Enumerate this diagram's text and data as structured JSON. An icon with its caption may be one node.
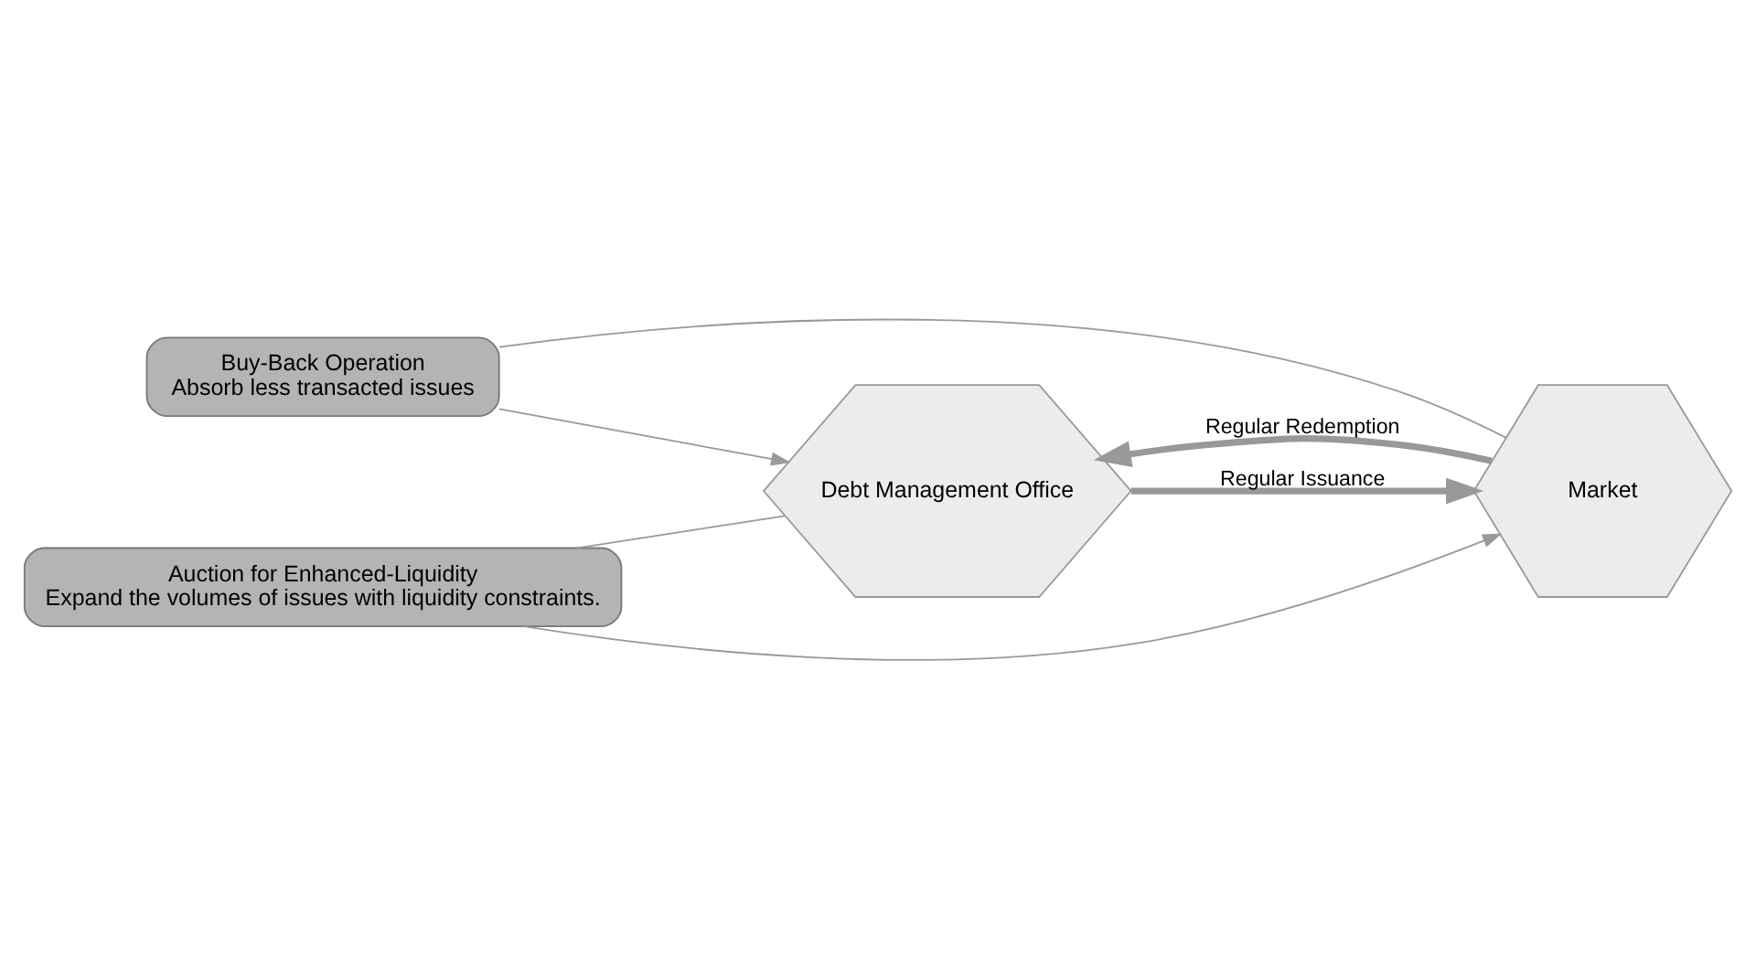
{
  "diagram": {
    "nodes": [
      {
        "text": [
          "Buy-Back Operation",
          "Absorb less transacted issues"
        ]
      },
      {
        "text": [
          "Debt Management Office"
        ]
      },
      {
        "text": [
          "Market"
        ]
      },
      {
        "text": [
          "Auction for Enhanced-Liquidity",
          "Expand the volumes of issues with liquidity constraints."
        ]
      }
    ],
    "edges": [
      {
        "from": 2,
        "to": 0,
        "arrow": "none"
      },
      {
        "from": 0,
        "to": 1,
        "arrow": "to"
      },
      {
        "from": 2,
        "to": 1,
        "arrow": "to",
        "label": "Regular Redemption",
        "style": "thick"
      },
      {
        "from": 1,
        "to": 2,
        "arrow": "to",
        "label": "Regular Issuance",
        "style": "thick"
      },
      {
        "from": 1,
        "to": 3,
        "arrow": "none"
      },
      {
        "from": 3,
        "to": 2,
        "arrow": "to"
      }
    ]
  }
}
